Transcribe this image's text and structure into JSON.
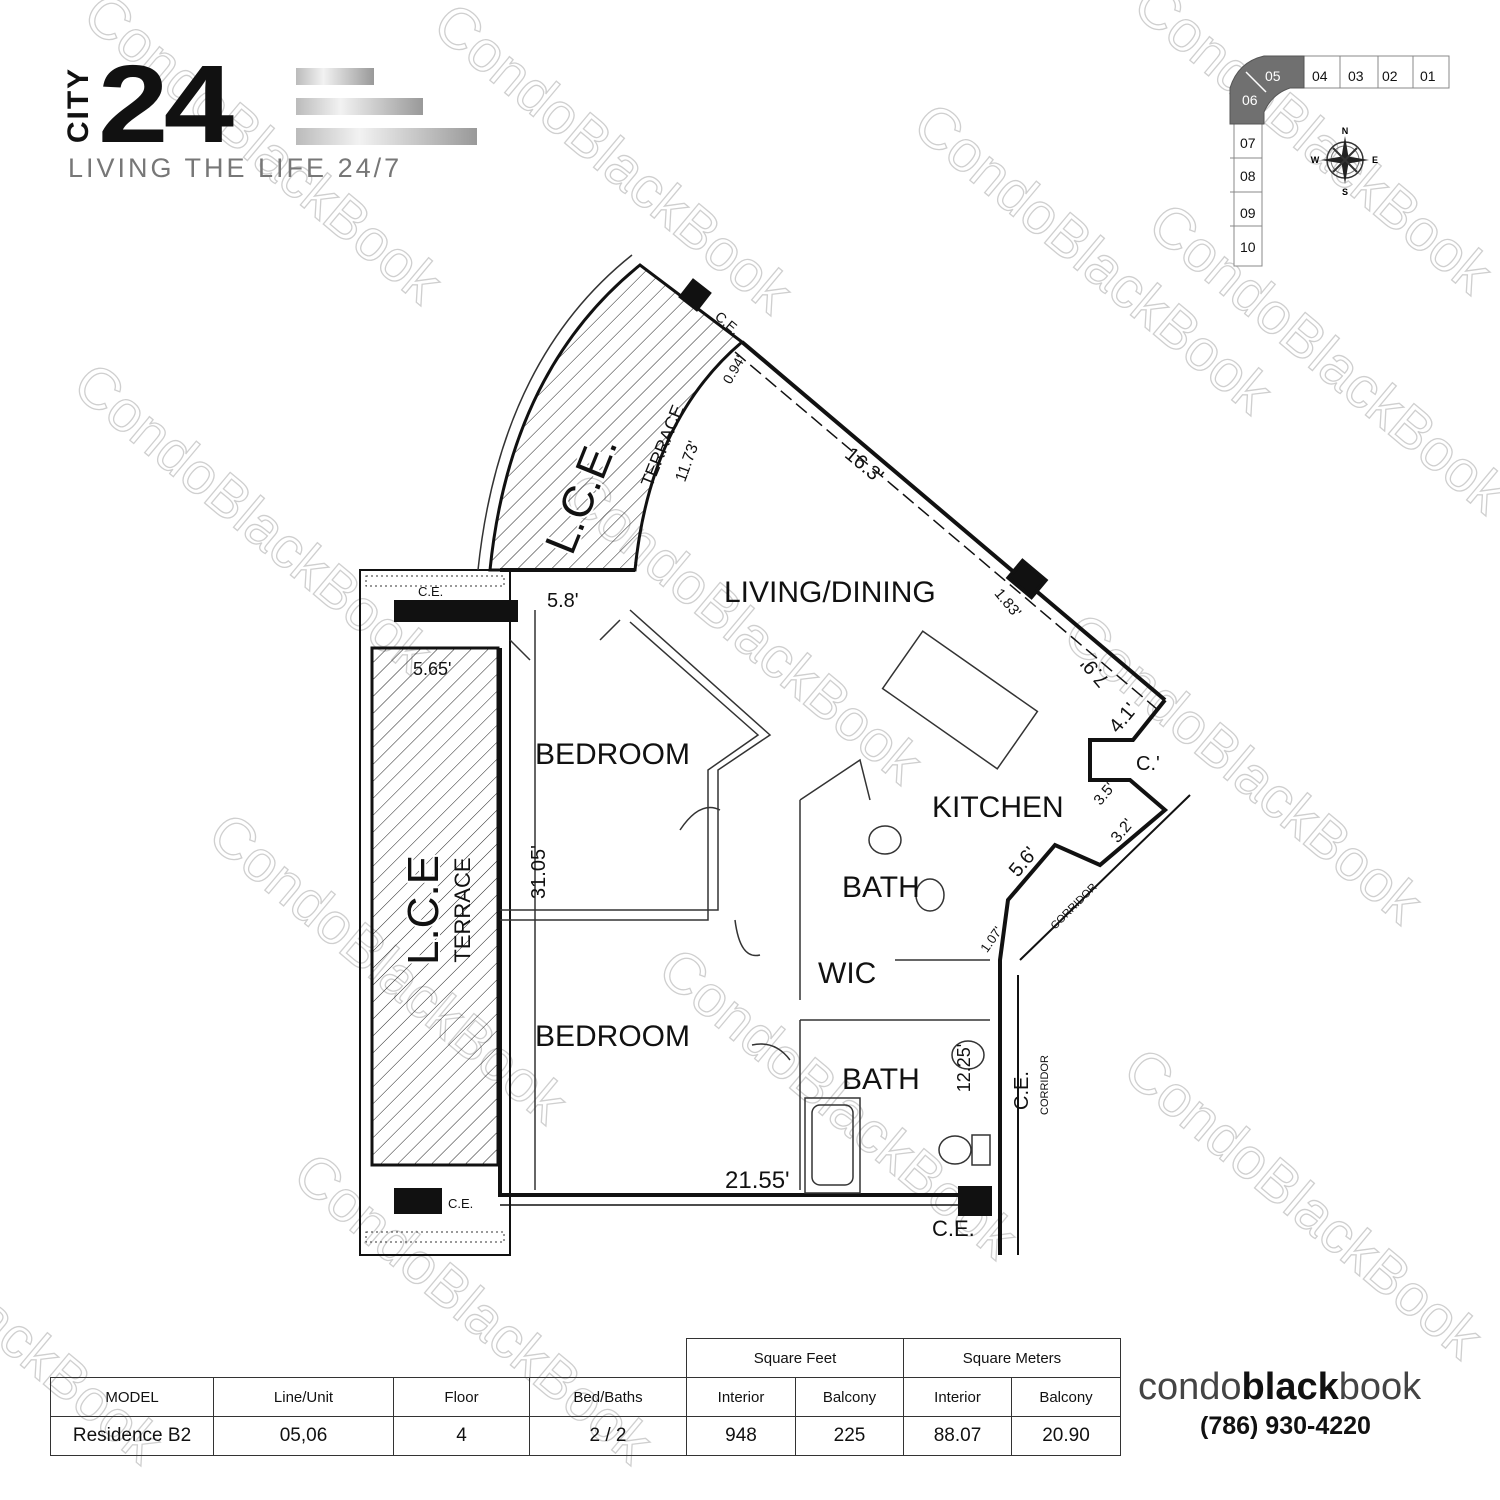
{
  "brand": {
    "city": "CITY",
    "number": "24",
    "tagline": "LIVING THE LIFE 24/7"
  },
  "watermark": "CondoBlackBook",
  "key_plan": {
    "units_top": [
      "05",
      "04",
      "03",
      "02",
      "01"
    ],
    "units_side": [
      "06",
      "07",
      "08",
      "09",
      "10"
    ],
    "highlighted": [
      "05",
      "06"
    ],
    "highlight_color": "#707070",
    "compass": {
      "n": "N",
      "s": "S",
      "e": "E",
      "w": "W"
    }
  },
  "floor_plan": {
    "rooms": {
      "living": "LIVING/DINING",
      "bedroom1": "BEDROOM",
      "kitchen": "KITCHEN",
      "bath1": "BATH",
      "wic": "WIC",
      "bedroom2": "BEDROOM",
      "bath2": "BATH"
    },
    "terraces": {
      "lce": "L.C.E.",
      "lce2": "L.C.E",
      "terrace": "TERRACE"
    },
    "labels": {
      "ce": "C.E.",
      "c_partial": "C.'",
      "corridor": "CORRIDOR"
    },
    "dimensions": {
      "d_5_8": "5.8'",
      "d_5_65": "5.65'",
      "d_31_05": "31.05'",
      "d_21_55": "21.55'",
      "d_16_3": "16.3'",
      "d_11_73": "11.73'",
      "d_0_94": "0.94'",
      "d_1_83": "1.83'",
      "d_7_9": "7.9'",
      "d_4_1": "4.1'",
      "d_3_5": "3.5'",
      "d_3_2": "3.2'",
      "d_5_6": "5.6'",
      "d_1_07": "1.07'",
      "d_12_25": "12.25'"
    }
  },
  "unit_table": {
    "group_headers": {
      "sqft": "Square Feet",
      "sqm": "Square Meters"
    },
    "headers": [
      "MODEL",
      "Line/Unit",
      "Floor",
      "Bed/Baths",
      "Interior",
      "Balcony",
      "Interior",
      "Balcony"
    ],
    "row": [
      "Residence B2",
      "05,06",
      "4",
      "2 / 2",
      "948",
      "225",
      "88.07",
      "20.90"
    ]
  },
  "footer": {
    "brand_pre": "condo",
    "brand_bold": "black",
    "brand_post": "book",
    "phone": "(786) 930-4220"
  }
}
